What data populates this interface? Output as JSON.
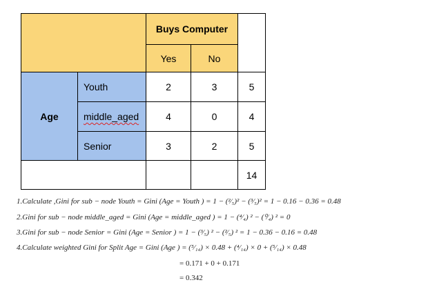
{
  "table": {
    "header_group": "Buys Computer",
    "col_yes": "Yes",
    "col_no": "No",
    "row_group": "Age",
    "rows": [
      {
        "label": "Youth",
        "yes": "2",
        "no": "3",
        "total": "5"
      },
      {
        "label": "middle_aged",
        "yes": "4",
        "no": "0",
        "total": "4"
      },
      {
        "label": "Senior",
        "yes": "3",
        "no": "2",
        "total": "5"
      }
    ],
    "grand_total": "14"
  },
  "formulas": {
    "line1": "1.Calculate ,Gini for sub − node Youth = Gini (Age = Youth ) = 1 − (²⁄₅)² − (³⁄₅)² = 1 − 0.16 − 0.36 = 0.48",
    "line2": "2.Gini for sub − node middle_aged = Gini (Age = middle_aged ) = 1 − (⁴⁄₄) ² − (⁰⁄₄) ² = 0",
    "line3": "3.Gini for sub − node Senior = Gini (Age = Senior ) = 1 − (³⁄₅) ² − (²⁄₅) ² = 1 − 0.36 − 0.16 = 0.48",
    "line4": "4.Calculate weighted Gini for Split Age = Gini (Age ) = (⁵⁄₁₄) × 0.48 + (⁴⁄₁₄) × 0 + (⁵⁄₁₄) × 0.48",
    "line5": "= 0.171 + 0 + 0.171",
    "line6": "= 0.342"
  }
}
